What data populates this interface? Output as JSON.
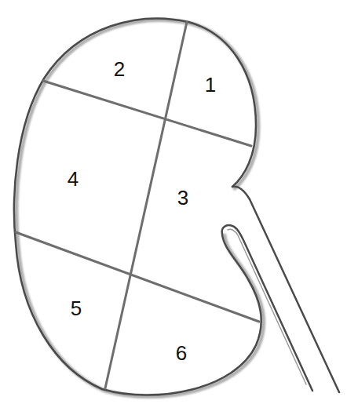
{
  "diagram": {
    "labels": [
      "2",
      "1",
      "4",
      "3",
      "5",
      "6"
    ]
  }
}
